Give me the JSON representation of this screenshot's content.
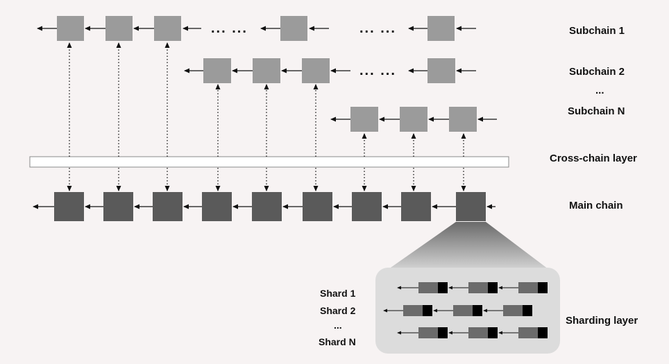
{
  "labels": {
    "subchain1": "Subchain 1",
    "subchain2": "Subchain 2",
    "subchain_dots": "...",
    "subchainN": "Subchain N",
    "cross_chain": "Cross-chain layer",
    "main_chain": "Main chain",
    "sharding_layer": "Sharding layer",
    "shard1": "Shard 1",
    "shard2": "Shard 2",
    "shard_dots": "...",
    "shardN": "Shard N"
  },
  "ellipsis": "... ...",
  "colors": {
    "background": "#f7f3f3",
    "subchain_block": "#9b9b9b",
    "main_block": "#5a5a5a",
    "shard_block": "#6b6b6b",
    "shard_tail": "#000000",
    "shard_panel": "#dcdcdc",
    "cross_layer_fill": "#ffffff",
    "cross_layer_stroke": "#888888"
  }
}
